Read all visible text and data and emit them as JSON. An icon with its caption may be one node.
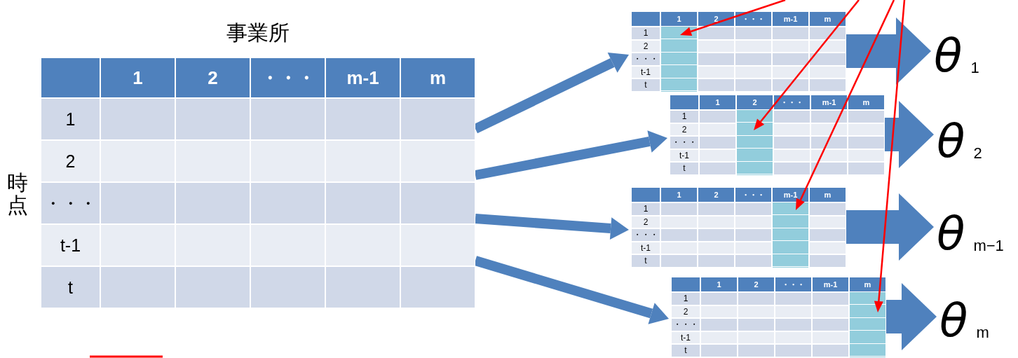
{
  "diagram": {
    "nodes": [
      {
        "text": [
          "事業所",
          "1",
          "2",
          "・・・",
          "m-1",
          "m",
          "1",
          "2",
          "・・・",
          "t-1",
          "t"
        ],
        "beside": [
          "時点"
        ]
      },
      {
        "text": [
          "1",
          "2",
          "・・・",
          "m-1",
          "m",
          "1",
          "2",
          "・・・",
          "t-1",
          "t"
        ]
      },
      {
        "text": [],
        "shape": "bar",
        "in": 1
      },
      {
        "text": [
          "1",
          "2",
          "・・・",
          "m-1",
          "m",
          "1",
          "2",
          "・・・",
          "t-1",
          "t"
        ]
      },
      {
        "text": [],
        "shape": "bar",
        "in": 3
      },
      {
        "text": [
          "1",
          "2",
          "・・・",
          "m-1",
          "m",
          "1",
          "2",
          "・・・",
          "t-1",
          "t"
        ]
      },
      {
        "text": [],
        "shape": "bar",
        "in": 5
      },
      {
        "text": [
          "1",
          "2",
          "・・・",
          "m-1",
          "m",
          "1",
          "2",
          "・・・",
          "t-1",
          "t"
        ]
      },
      {
        "text": [],
        "shape": "bar",
        "in": 7
      },
      {
        "text": [
          "θ$_{1}$"
        ]
      },
      {
        "text": [
          "θ$_{2}$"
        ]
      },
      {
        "text": [
          "θ$_{m−1}$"
        ]
      },
      {
        "text": [
          "θ$_{m}$"
        ]
      }
    ],
    "edges": [
      {
        "from": 0,
        "to": 1,
        "arrow": "to"
      },
      {
        "from": 0,
        "to": 3,
        "arrow": "to"
      },
      {
        "from": 0,
        "to": 5,
        "arrow": "to"
      },
      {
        "from": 0,
        "to": 7,
        "arrow": "to"
      },
      {
        "from": 1,
        "to": 9,
        "arrow": "to",
        "style": "thick"
      },
      {
        "from": 3,
        "to": 10,
        "arrow": "to",
        "style": "thick"
      },
      {
        "from": 5,
        "to": 11,
        "arrow": "to",
        "style": "thick"
      },
      {
        "from": 7,
        "to": 12,
        "arrow": "to",
        "style": "thick"
      },
      {
        "from": null,
        "to": 2,
        "arrow": "to",
        "color": "#ff0000"
      },
      {
        "from": null,
        "to": 4,
        "arrow": "to",
        "color": "#ff0000"
      },
      {
        "from": null,
        "to": 6,
        "arrow": "to",
        "color": "#ff0000"
      },
      {
        "from": null,
        "to": 8,
        "arrow": "to",
        "color": "#ff0000"
      }
    ]
  }
}
